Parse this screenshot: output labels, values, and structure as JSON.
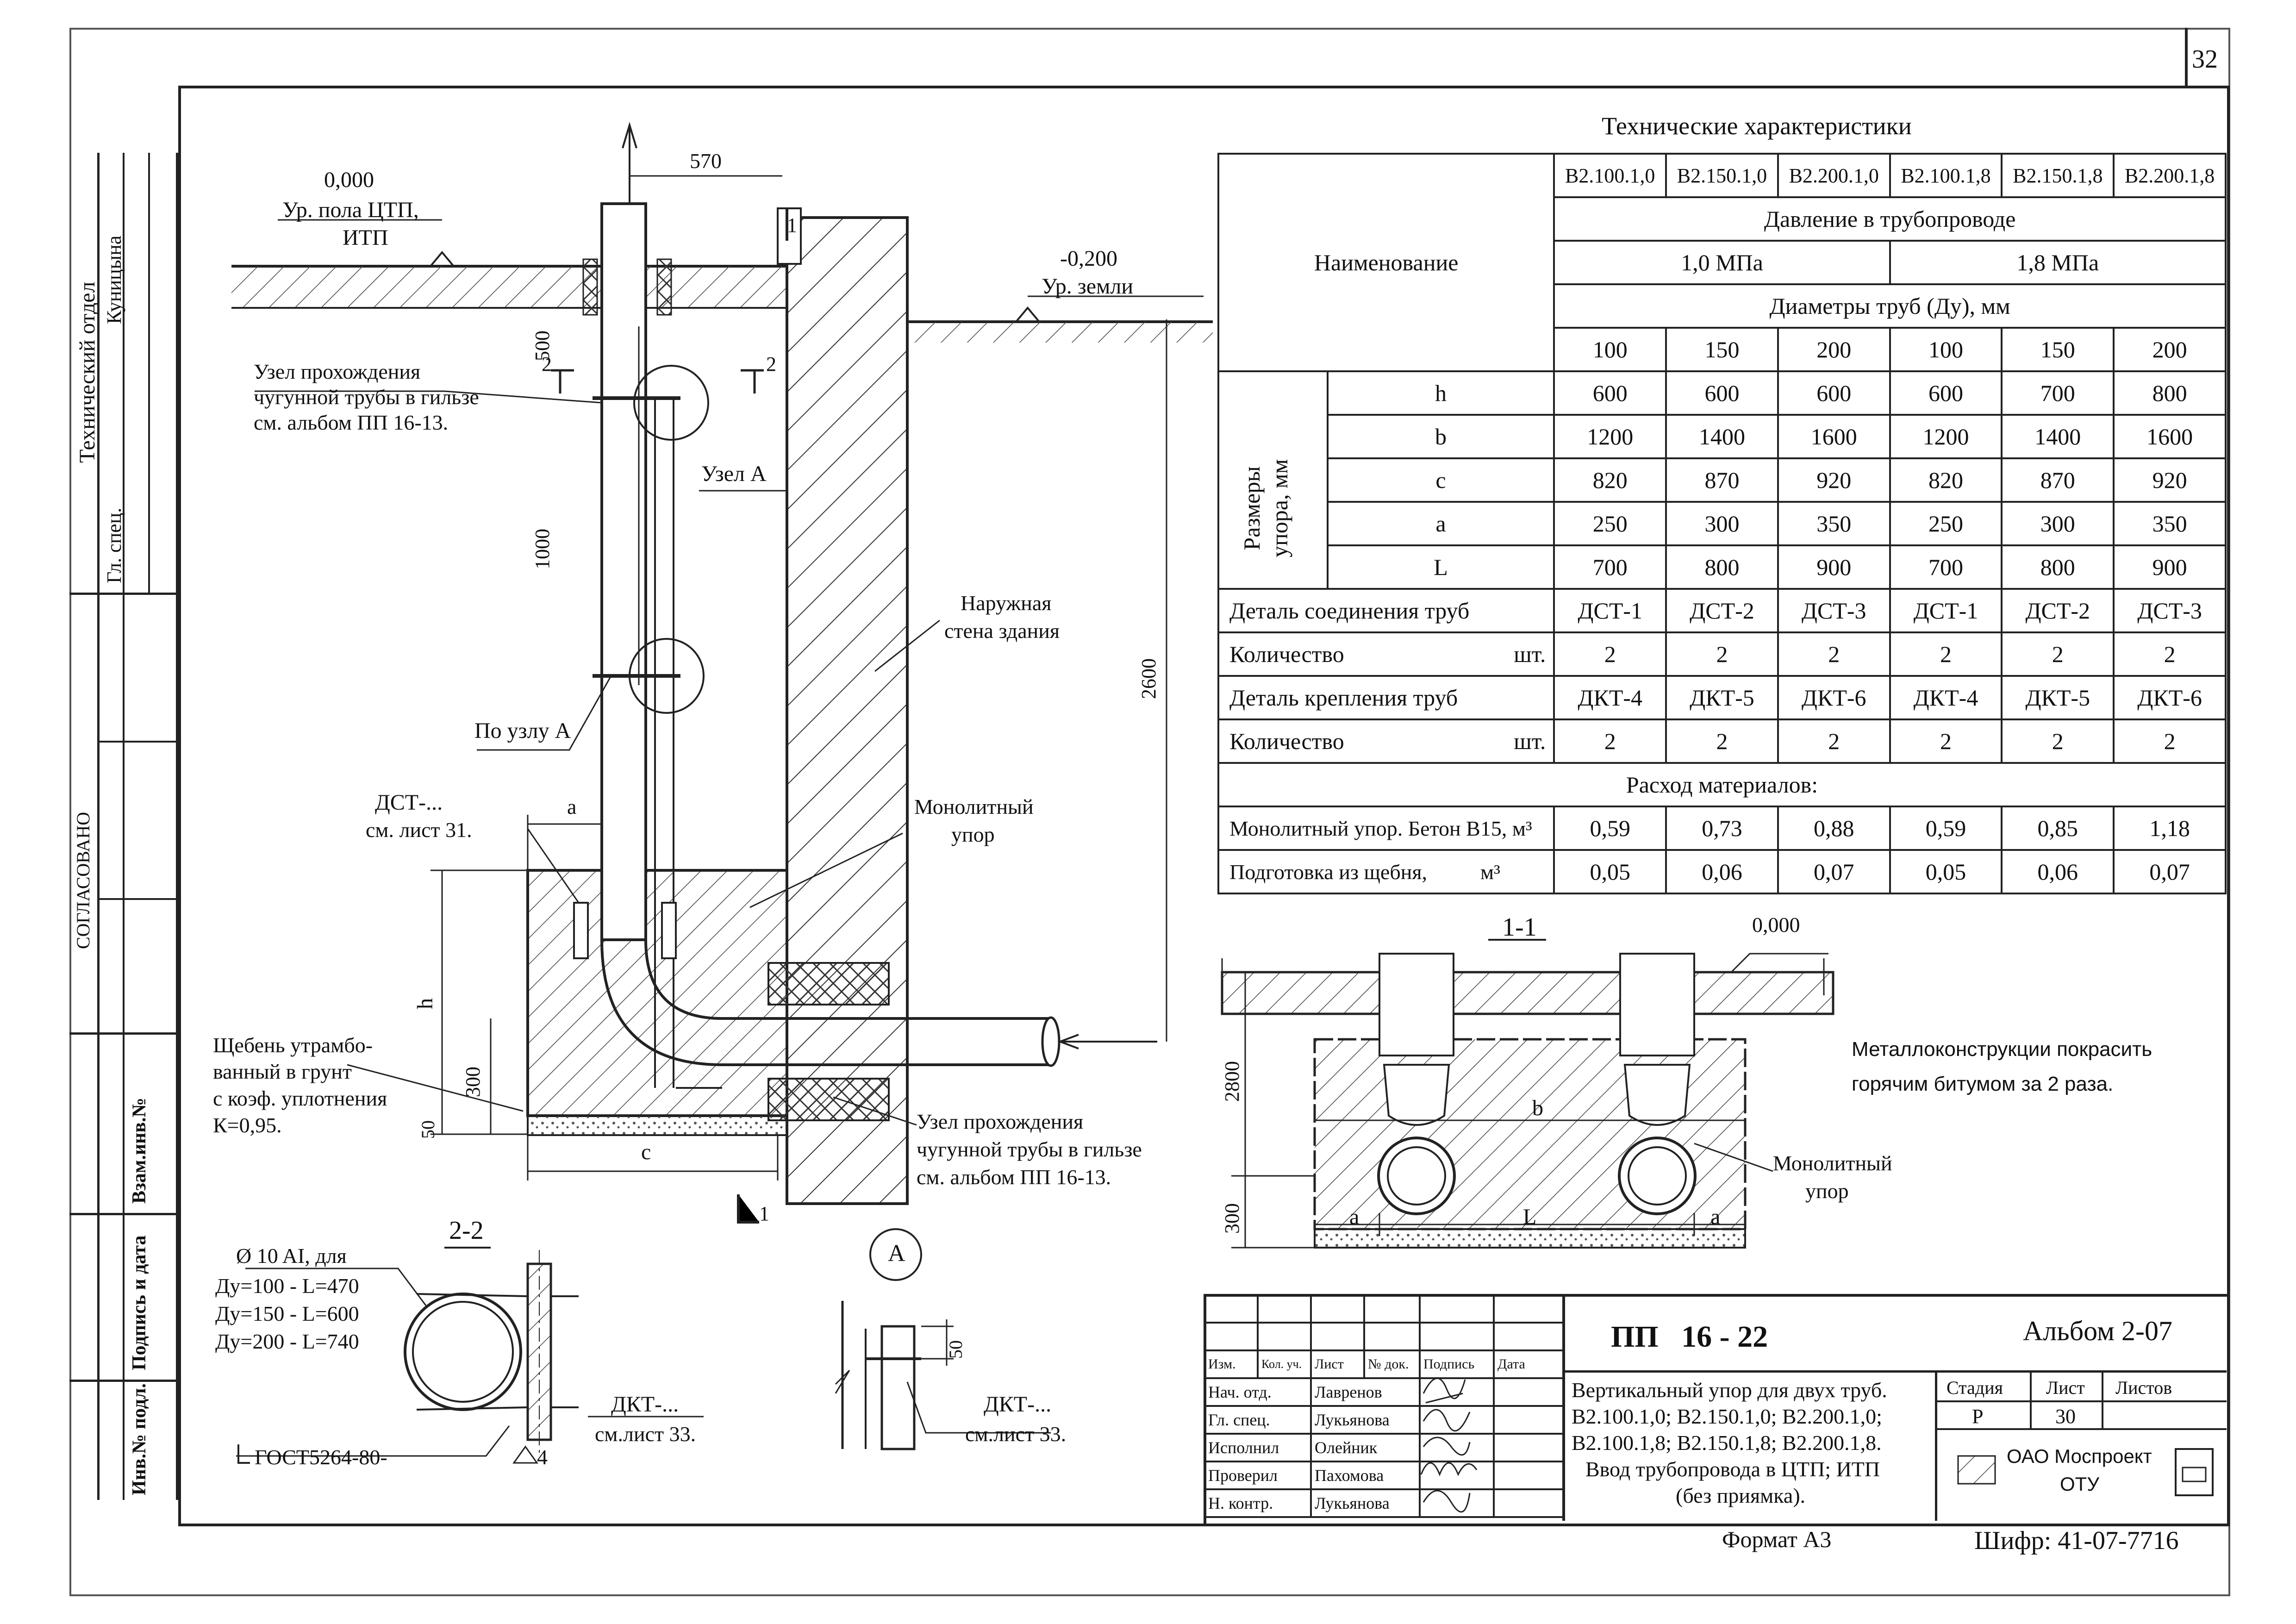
{
  "sheet": {
    "page_number": "32",
    "stamp": {
      "department": "Технический отдел",
      "role": "Гл. спец.",
      "person": "Куницына",
      "approved": "СОГЛАСОВАНО",
      "field1": "Взам.инв.№",
      "field2": "Подпись и дата",
      "field3": "Инв.№ подл."
    }
  },
  "elevation": {
    "level_floor_value": "0,000",
    "level_floor_label_1": "Ур. пола ЦТП,",
    "level_floor_label_2": "ИТП",
    "level_ground_value": "-0,200",
    "level_ground_label": "Ур. земли",
    "dim_570": "570",
    "dim_500": "500",
    "dim_1000": "1000",
    "dim_2600": "2600",
    "dim_h": "h",
    "dim_300": "300",
    "dim_50": "50",
    "dim_a": "a",
    "dim_c": "c",
    "section_2": "2",
    "section_1": "1",
    "note_node_1": "Узел прохождения",
    "note_node_2": "чугунной трубы в гильзе",
    "note_node_3": "см. альбом ПП 16-13.",
    "note_uzel_a": "Узел А",
    "note_po_uzlu": "По узлу А",
    "note_wall_1": "Наружная",
    "note_wall_2": "стена здания",
    "note_dst_1": "ДСТ-...",
    "note_dst_2": "см. лист 31.",
    "note_mono_1": "Монолитный",
    "note_mono_2": "упор",
    "note_gravel_1": "Щебень утрамбо-",
    "note_gravel_2": "ванный в грунт",
    "note_gravel_3": "с коэф. уплотнения",
    "note_gravel_4": "К=0,95.",
    "note_node2_1": "Узел прохождения",
    "note_node2_2": "чугунной трубы в гильзе",
    "note_node2_3": "см. альбом ПП 16-13."
  },
  "section22": {
    "title": "2-2",
    "l1": "Ø 10 AI, для",
    "l2": "Ду=100 - L=470",
    "l3": "Ду=150 - L=600",
    "l4": "Ду=200 - L=740",
    "dkt_1": "ДКТ-...",
    "dkt_2": "см.лист 33.",
    "gost": "ГОСТ5264-80-",
    "weld": "4"
  },
  "nodeA": {
    "label": "А",
    "dim_50": "50",
    "dkt_1": "ДКТ-...",
    "dkt_2": "см.лист 33."
  },
  "section11": {
    "title": "1-1",
    "level": "0,000",
    "dim_2800": "2800",
    "dim_300": "300",
    "lbl_b": "b",
    "lbl_a1": "a",
    "lbl_L": "L",
    "lbl_a2": "a",
    "mono_1": "Монолитный",
    "mono_2": "упор",
    "paint_1": "Металлоконструкции покрасить",
    "paint_2": "горячим битумом за 2 раза."
  },
  "spec": {
    "title": "Технические характеристики",
    "name_header": "Наименование",
    "codes": [
      "В2.100.1,0",
      "В2.150.1,0",
      "В2.200.1,0",
      "В2.100.1,8",
      "В2.150.1,8",
      "В2.200.1,8"
    ],
    "pressure_header": "Давление в трубопроводе",
    "pressure_1": "1,0 МПа",
    "pressure_2": "1,8 МПа",
    "diam_header": "Диаметры труб (Ду), мм",
    "diams": [
      "100",
      "150",
      "200",
      "100",
      "150",
      "200"
    ],
    "dims_group_1": "Размеры",
    "dims_group_2": "упора, мм",
    "dims": [
      {
        "name": "h",
        "values": [
          "600",
          "600",
          "600",
          "600",
          "700",
          "800"
        ]
      },
      {
        "name": "b",
        "values": [
          "1200",
          "1400",
          "1600",
          "1200",
          "1400",
          "1600"
        ]
      },
      {
        "name": "c",
        "values": [
          "820",
          "870",
          "920",
          "820",
          "870",
          "920"
        ]
      },
      {
        "name": "a",
        "values": [
          "250",
          "300",
          "350",
          "250",
          "300",
          "350"
        ]
      },
      {
        "name": "L",
        "values": [
          "700",
          "800",
          "900",
          "700",
          "800",
          "900"
        ]
      }
    ],
    "rows": [
      {
        "name": "Деталь соединения труб",
        "unit": "",
        "values": [
          "ДСТ-1",
          "ДСТ-2",
          "ДСТ-3",
          "ДСТ-1",
          "ДСТ-2",
          "ДСТ-3"
        ]
      },
      {
        "name": "Количество",
        "unit": "шт.",
        "values": [
          "2",
          "2",
          "2",
          "2",
          "2",
          "2"
        ]
      },
      {
        "name": "Деталь крепления труб",
        "unit": "",
        "values": [
          "ДКТ-4",
          "ДКТ-5",
          "ДКТ-6",
          "ДКТ-4",
          "ДКТ-5",
          "ДКТ-6"
        ]
      },
      {
        "name": "Количество",
        "unit": "шт.",
        "values": [
          "2",
          "2",
          "2",
          "2",
          "2",
          "2"
        ]
      }
    ],
    "materials_header": "Расход материалов:",
    "materials": [
      {
        "name": "Монолитный упор. Бетон В15, м³",
        "values": [
          "0,59",
          "0,73",
          "0,88",
          "0,59",
          "0,85",
          "1,18"
        ]
      },
      {
        "name": "Подготовка из щебня,          м³",
        "values": [
          "0,05",
          "0,06",
          "0,07",
          "0,05",
          "0,06",
          "0,07"
        ]
      }
    ]
  },
  "titleblock": {
    "code": "ПП   16 - 22",
    "album": "Альбом 2-07",
    "head": [
      "Изм.",
      "Кол. уч.",
      "Лист",
      "№ док.",
      "Подпись",
      "Дата"
    ],
    "people": [
      {
        "role": "Нач. отд.",
        "name": "Лавренов"
      },
      {
        "role": "Гл. спец.",
        "name": "Лукьянова"
      },
      {
        "role": "Исполнил",
        "name": "Олейник"
      },
      {
        "role": "Проверил",
        "name": "Пахомова"
      },
      {
        "role": "Н. контр.",
        "name": "Лукьянова"
      }
    ],
    "desc": [
      "Вертикальный упор для двух труб.",
      "В2.100.1,0; В2.150.1,0; В2.200.1,0;",
      "В2.100.1,8; В2.150.1,8; В2.200.1,8.",
      "Ввод трубопровода в ЦТП; ИТП",
      "(без приямка)."
    ],
    "stage_label": "Стадия",
    "sheet_label": "Лист",
    "sheets_label": "Листов",
    "stage": "Р",
    "sheet": "30",
    "sheets": "",
    "org_1": "ОАО Моспроект",
    "org_2": "ОТУ",
    "format": "Формат А3",
    "cipher": "Шифр: 41-07-7716"
  }
}
